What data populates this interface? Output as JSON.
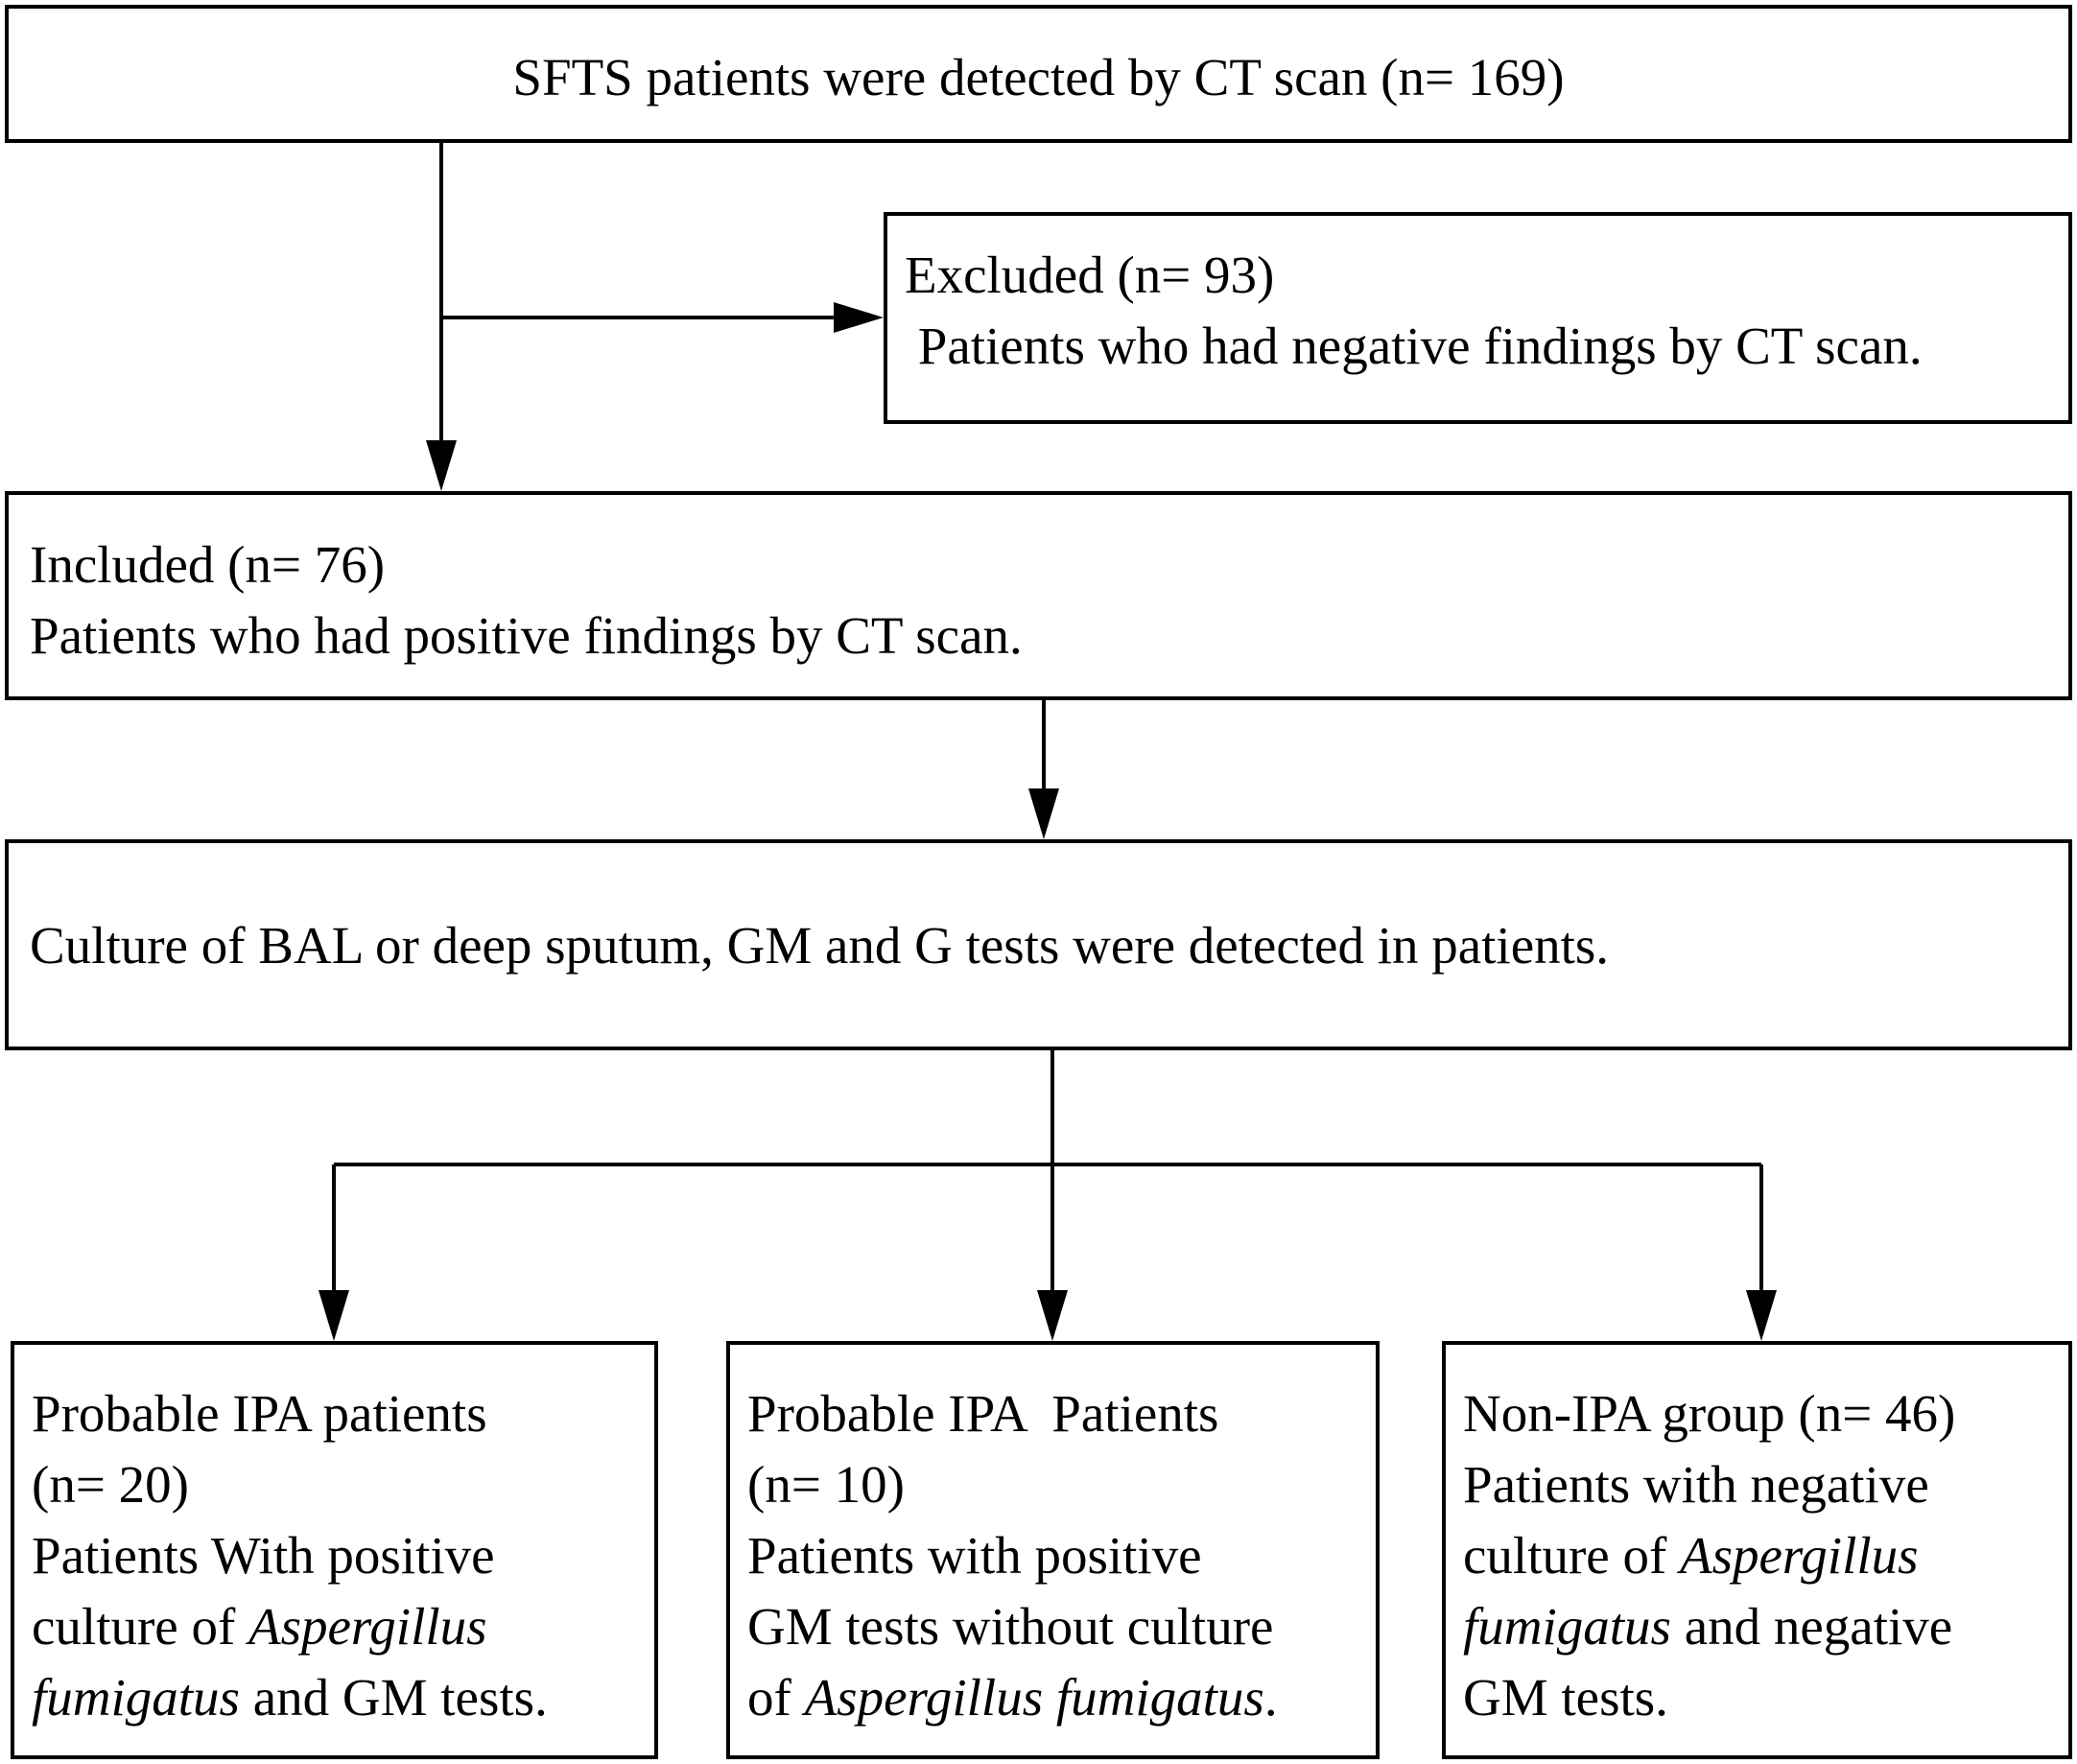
{
  "top": {
    "text": "SFTS patients were detected by CT scan  (n= 169)"
  },
  "excluded": {
    "line1": "Excluded (n= 93)",
    "line2": " Patients who had negative findings by CT scan."
  },
  "included": {
    "line1": "Included (n= 76)",
    "line2": "Patients who had positive findings by CT scan."
  },
  "culture": {
    "text": "Culture of BAL or deep sputum, GM and G tests were detected in patients."
  },
  "probable_ipa_1": {
    "l1": "Probable IPA patients",
    "l2": "(n= 20)",
    "l3": "Patients With positive",
    "l4a": "culture of ",
    "l4b": "Aspergillus",
    "l5a": "fumigatus",
    "l5b": " and GM tests."
  },
  "probable_ipa_2": {
    "l1": "Probable IPA  Patients",
    "l2": "(n= 10)",
    "l3": "Patients with positive",
    "l4": "GM tests without culture",
    "l5a": "of ",
    "l5b": "Aspergillus fumigatus",
    "l5c": "."
  },
  "non_ipa": {
    "l1": "Non-IPA group (n= 46)",
    "l2": "Patients with negative",
    "l3a": "culture of ",
    "l3b": "Aspergillus",
    "l4a": "fumigatus",
    "l4b": " and negative",
    "l5": "GM tests."
  }
}
